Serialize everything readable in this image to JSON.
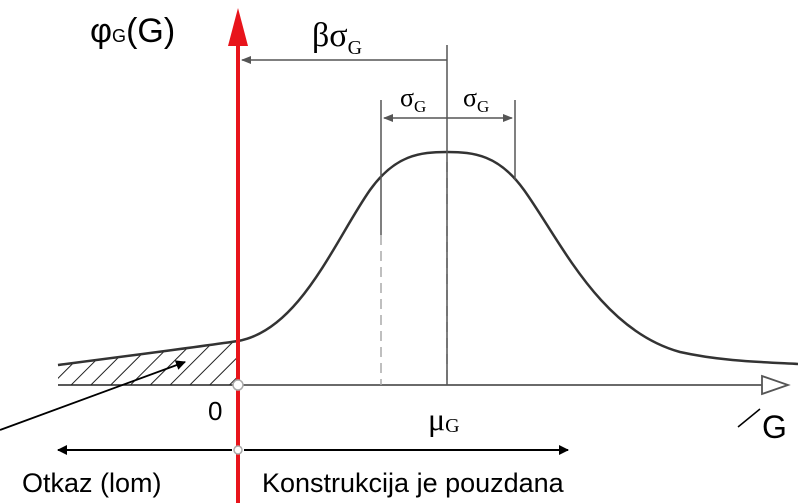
{
  "y_axis_label": "φG(G)",
  "y_axis_label_main": "φ",
  "y_axis_label_sub": "G",
  "y_axis_label_tail": "(G)",
  "x_axis_label": "G",
  "origin_label": "0",
  "mean_label_main": "μ",
  "mean_label_sub": "G",
  "beta_sigma_label_main": "βσ",
  "beta_sigma_label_sub": "G",
  "sigma_label_main": "σ",
  "sigma_label_sub": "G",
  "failure_label": "Otkaz (lom)",
  "reliable_label": "Konstrukcija je pouzdana",
  "colors": {
    "curve": "#333333",
    "axis": "#555555",
    "dim_lines": "#555555",
    "limit_line": "#e8141b",
    "hatch": "#222222",
    "dashed": "#aaaaaa",
    "text": "#000000"
  }
}
